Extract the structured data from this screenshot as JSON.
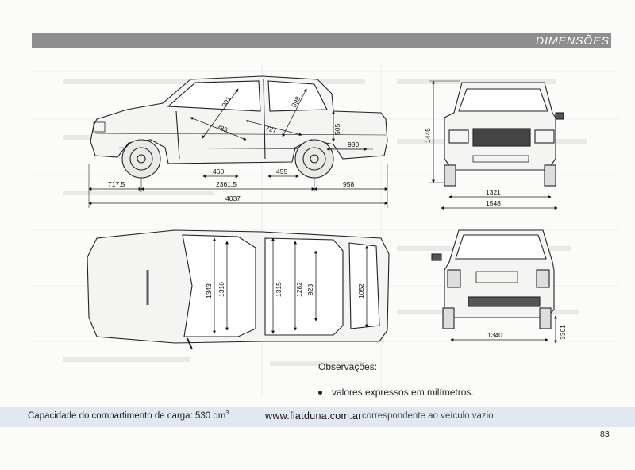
{
  "header": {
    "title": "DIMENSÕES"
  },
  "side_view": {
    "dims": [
      "901",
      "898",
      "385",
      "727",
      "505",
      "980",
      "460",
      "455",
      "958",
      "717,5",
      "2361,5",
      "4037"
    ]
  },
  "front_view": {
    "dims": [
      "1445",
      "1321",
      "1548"
    ]
  },
  "top_view": {
    "dims": [
      "1343",
      "1316",
      "1315",
      "1282",
      "923",
      "1052"
    ]
  },
  "rear_view": {
    "dims": [
      "1340",
      "3301"
    ]
  },
  "notes": {
    "title": "Observações:",
    "bullet": "valores expressos em milímetros."
  },
  "footer": {
    "capacity": "Capacidade do compartimento de carga: 530 dm",
    "capacity_sup": "3",
    "website": "www.fiatduna.com.ar",
    "vehicle_note": "correspondente ao veículo vazio.",
    "page_number": "83"
  }
}
